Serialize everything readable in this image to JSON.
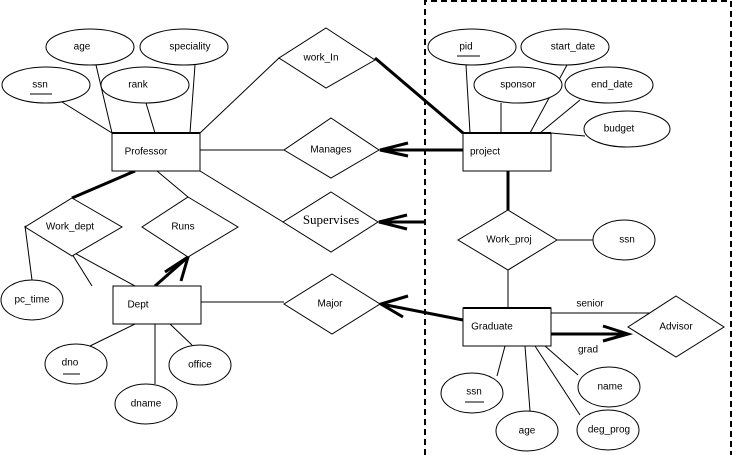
{
  "entities": {
    "professor": "Professor",
    "dept": "Dept",
    "project": "project",
    "graduate": "Graduate"
  },
  "relationships": {
    "work_in": "work_In",
    "manages": "Manages",
    "supervises": "Supervises",
    "work_dept": "Work_dept",
    "runs": "Runs",
    "major": "Major",
    "work_proj": "Work_proj",
    "advisor": "Advisor"
  },
  "attributes": {
    "professor": {
      "ssn": "ssn",
      "age": "age",
      "rank": "rank",
      "speciality": "speciality"
    },
    "work_dept": {
      "pc_time": "pc_time"
    },
    "dept": {
      "dno": "dno",
      "dname": "dname",
      "office": "office"
    },
    "project": {
      "pid": "pid",
      "start_date": "start_date",
      "sponsor": "sponsor",
      "end_date": "end_date",
      "budget": "budget"
    },
    "work_proj": {
      "ssn": "ssn"
    },
    "graduate": {
      "ssn": "ssn",
      "age": "age",
      "name": "name",
      "deg_prog": "deg_prog"
    }
  },
  "roles": {
    "senior": "senior",
    "grad": "grad"
  }
}
